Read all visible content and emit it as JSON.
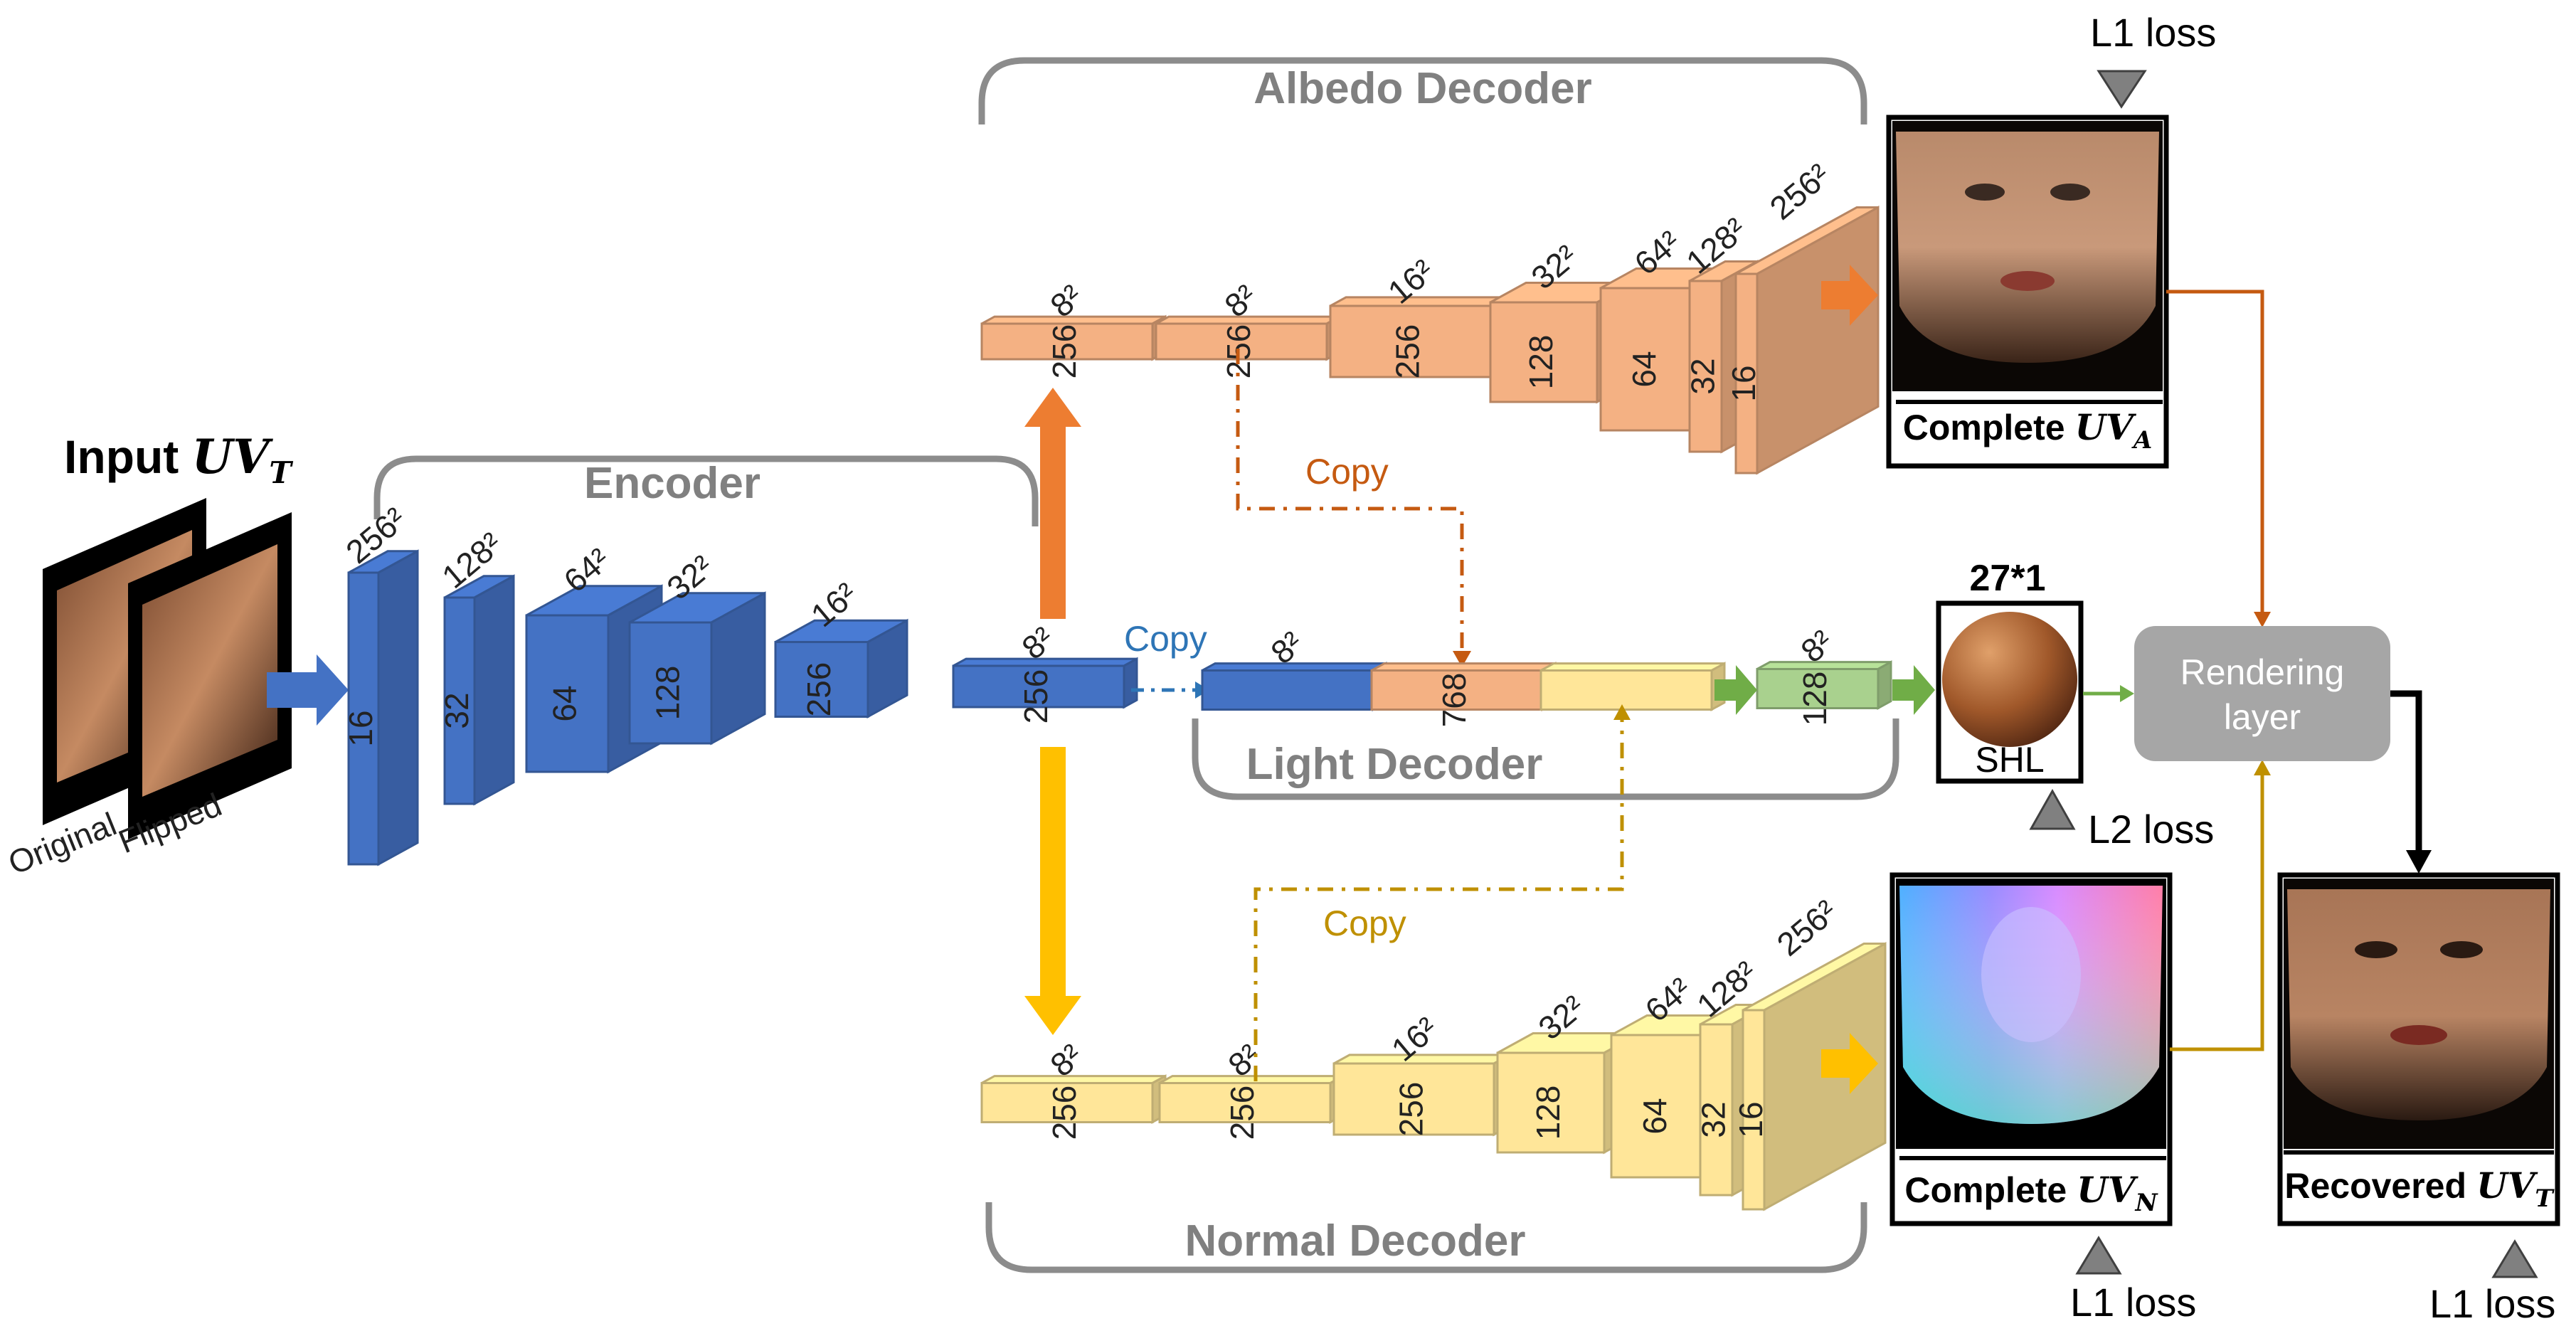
{
  "input": {
    "title_prefix": "Input ",
    "title_var": "UV",
    "title_sub": "T",
    "original_label": "Original",
    "flipped_label": "Flipped"
  },
  "encoder": {
    "label": "Encoder",
    "dims": [
      "256²",
      "128²",
      "64²",
      "32²",
      "16²",
      "8²"
    ],
    "channels": [
      "16",
      "32",
      "64",
      "128",
      "256",
      "256"
    ]
  },
  "albedo": {
    "label": "Albedo Decoder",
    "dims": [
      "8²",
      "8²",
      "16²",
      "32²",
      "64²",
      "128²",
      "256²"
    ],
    "channels": [
      "256",
      "256",
      "256",
      "128",
      "64",
      "32",
      "16"
    ],
    "copy_label": "Copy",
    "output_prefix": "Complete ",
    "output_var": "UV",
    "output_sub": "A",
    "loss": "L1 loss"
  },
  "light": {
    "label": "Light Decoder",
    "copy_label": "Copy",
    "dims": [
      "8²",
      "8²"
    ],
    "channels": [
      "768",
      "128"
    ],
    "shl_size": "27*1",
    "shl_label": "SHL",
    "loss": "L2 loss"
  },
  "normal": {
    "label": "Normal Decoder",
    "dims": [
      "8²",
      "8²",
      "16²",
      "32²",
      "64²",
      "128²",
      "256²"
    ],
    "channels": [
      "256",
      "256",
      "256",
      "128",
      "64",
      "32",
      "16"
    ],
    "copy_label": "Copy",
    "output_prefix": "Complete ",
    "output_var": "UV",
    "output_sub": "N",
    "loss": "L1 loss"
  },
  "rendering": {
    "label_line1": "Rendering",
    "label_line2": "layer"
  },
  "recovered": {
    "prefix": "Recovered ",
    "var": "UV",
    "sub": "T",
    "loss": "L1 loss"
  },
  "colors": {
    "encoder": "#4472C4",
    "albedo": "#F4B183",
    "albedo_arrow": "#ED7D31",
    "normal": "#FFE699",
    "normal_arrow": "#FFC000",
    "light": "#A9D18E",
    "light_arrow": "#70AD47",
    "copy_blue": "#2E75B6",
    "copy_orange": "#C55A11",
    "copy_gold": "#BF9000"
  }
}
